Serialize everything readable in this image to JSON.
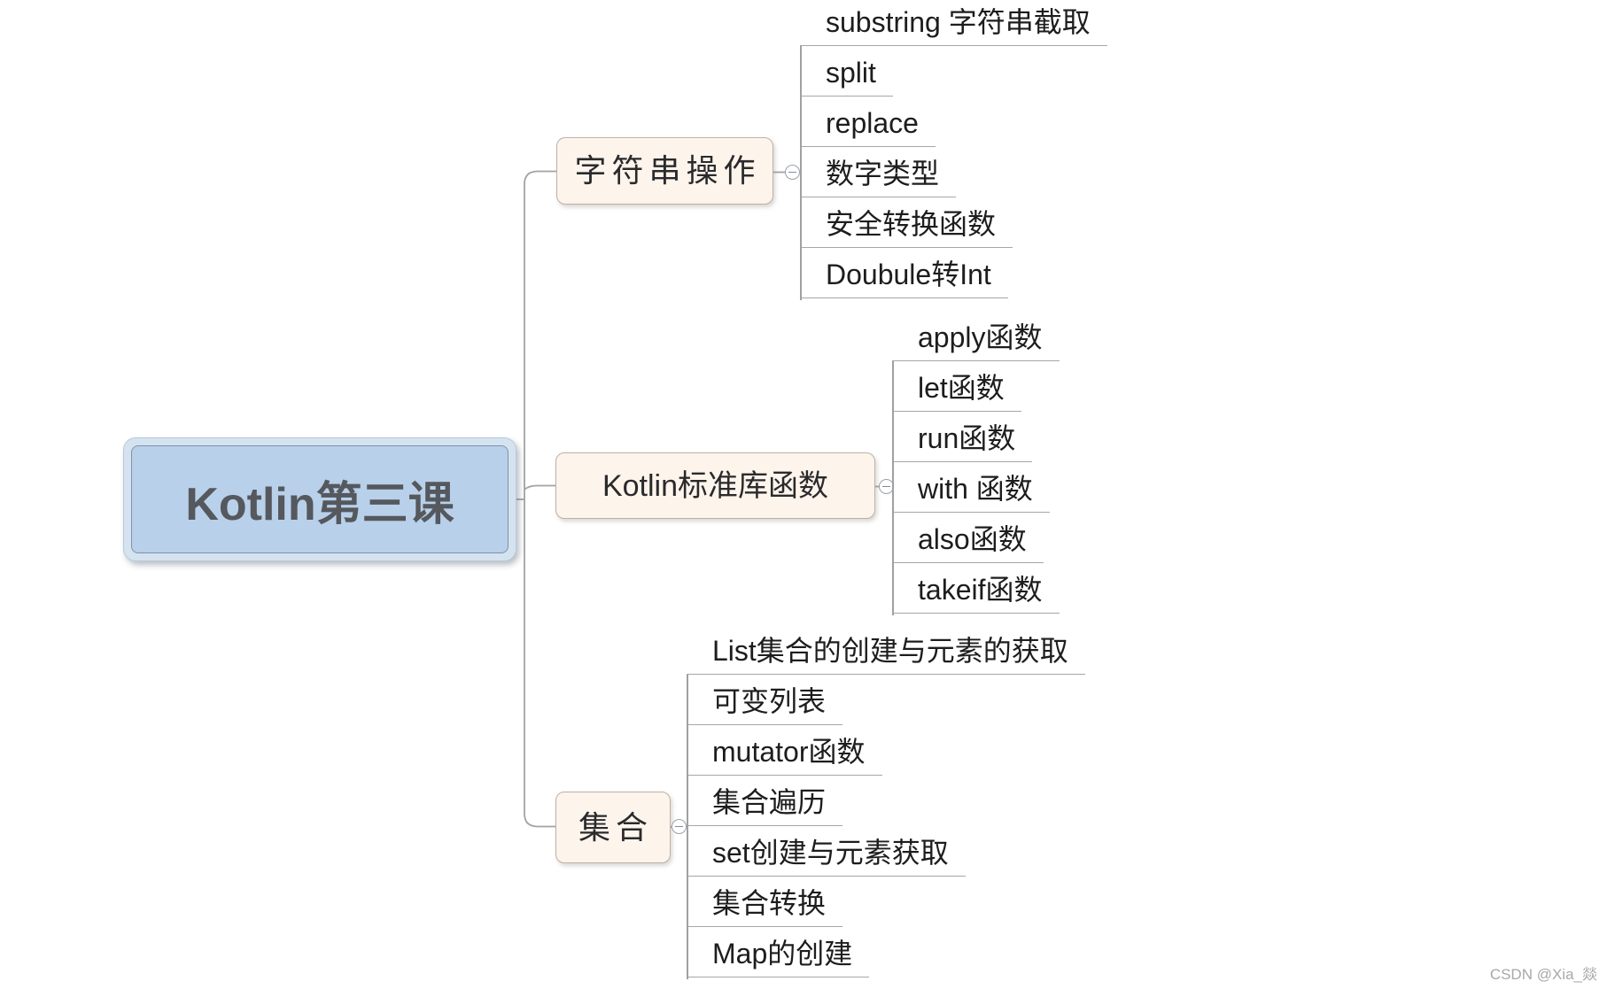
{
  "root": {
    "label": "Kotlin第三课"
  },
  "branches": [
    {
      "label": "字符串操作",
      "children": [
        "substring 字符串截取",
        "split",
        "replace",
        "数字类型",
        "安全转换函数",
        "Doubule转Int"
      ]
    },
    {
      "label": "Kotlin标准库函数",
      "children": [
        "apply函数",
        "let函数",
        "run函数",
        "with 函数",
        "also函数",
        "takeif函数"
      ]
    },
    {
      "label": "集合",
      "children": [
        "List集合的创建与元素的获取",
        "可变列表",
        "mutator函数",
        "集合遍历",
        "set创建与元素获取",
        "集合转换",
        "Map的创建"
      ]
    }
  ],
  "collapse_button_glyph": "−",
  "watermark": "CSDN @Xia_燚",
  "colors": {
    "root_outer_fill": "#d5e2f0",
    "root_outer_border": "#b9cadc",
    "root_inner_fill": "#b8d0ea",
    "root_inner_border": "#7f93ab",
    "root_text": "#55585d",
    "branch_fill": "#fdf4ec",
    "branch_border": "#bdb1a6",
    "branch_text": "#2a2a2c",
    "child_text": "#1d1d1d",
    "connector_line": "#a3a3a3",
    "collapse_minus": "#7e89ae",
    "watermark_text": "#a8a8a8"
  }
}
